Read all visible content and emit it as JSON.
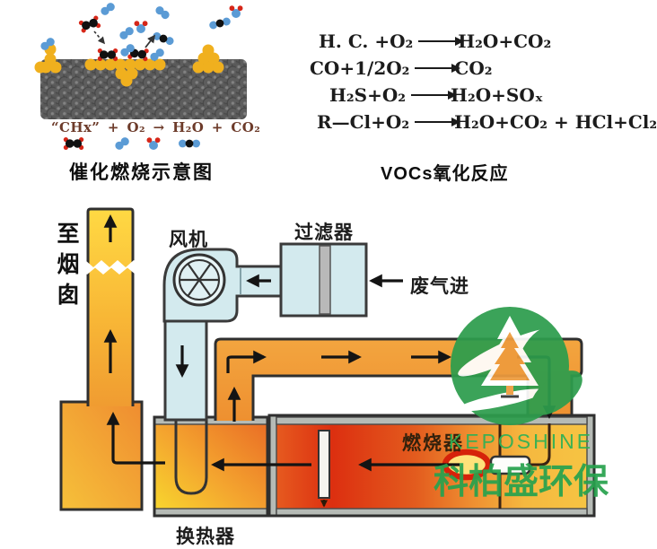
{
  "catalytic_panel": {
    "surface_equation": "“CHx” + O₂ → H₂O + CO₂",
    "caption": "催化燃烧示意图"
  },
  "reactions_panel": {
    "lines": [
      {
        "lhs": "H. C. +O₂",
        "rhs": "H₂O+CO₂"
      },
      {
        "lhs": "CO+1/2O₂",
        "rhs": "CO₂"
      },
      {
        "lhs": "H₂S+O₂",
        "rhs": "H₂O+SOₓ"
      },
      {
        "lhs": "R—Cl+O₂",
        "rhs": "H₂O+CO₂ + HCl+Cl₂"
      }
    ],
    "caption": "VOCs氧化反应"
  },
  "flow_diagram": {
    "labels": {
      "chimney": "至烟囱",
      "fan": "风机",
      "filter": "过滤器",
      "gas_in": "废气进",
      "burner": "燃烧器",
      "heat_exchanger": "换热器"
    }
  },
  "watermark": {
    "brand_en": "KEPOSHINE",
    "brand_cn": "科柏盛环保"
  },
  "colors": {
    "brand_green": "#2d9d4d",
    "duct_blue": "#d3eaee",
    "hot_orange": "#f09a33",
    "chimney_yellow": "#ffd943",
    "flame_red": "#d6220a"
  }
}
